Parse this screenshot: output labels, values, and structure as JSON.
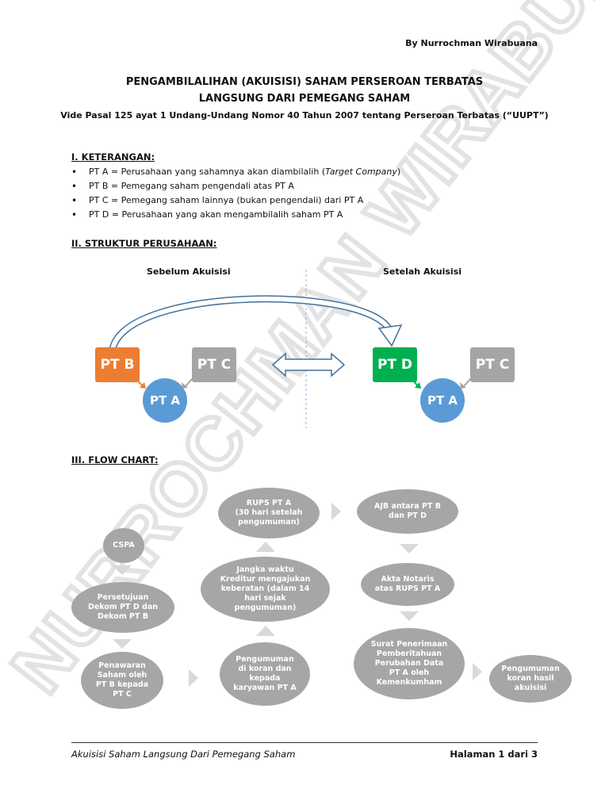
{
  "author": "By Nurrochman Wirabuana",
  "title_line1": "PENGAMBILALIHAN (AKUISISI) SAHAM PERSEROAN TERBATAS",
  "title_line2": "LANGSUNG DARI PEMEGANG SAHAM",
  "subtitle": "Vide Pasal 125 ayat 1 Undang-Undang Nomor 40 Tahun 2007 tentang Perseroan Terbatas (“UUPT”)",
  "section1": {
    "heading": "I. KETERANGAN:",
    "item1_main": "PT A = Perusahaan yang sahamnya akan diambilalih  (",
    "item1_italic": "Target Company",
    "item1_end": ")",
    "item2": "PT B = Pemegang saham pengendali atas PT A",
    "item3": "PT C = Pemegang saham lainnya (bukan pengendali) dari PT A",
    "item4": "PT D = Perusahaan yang akan mengambilalih saham PT A"
  },
  "section2": {
    "heading": "II. STRUKTUR PERUSAHAAN:",
    "before_label": "Sebelum Akuisisi",
    "after_label": "Setelah Akuisisi",
    "pt_b": "PT B",
    "pt_c": "PT C",
    "pt_a": "PT A",
    "pt_d": "PT D"
  },
  "section3": {
    "heading": "III. FLOW CHART:",
    "cspa": "CSPA",
    "persetujuan": [
      "Persetujuan",
      "Dekom PT D dan",
      "Dekom PT B"
    ],
    "penawaran": [
      "Penawaran",
      "Saham oleh",
      "PT B kepada",
      "PT C"
    ],
    "pengumuman_koran": [
      "Pengumuman",
      "di koran dan",
      "kepada",
      "karyawan PT A"
    ],
    "jangka_waktu": [
      "Jangka waktu",
      "Kreditur mengajukan",
      "keberatan (dalam 14",
      "hari sejak",
      "pengumuman)"
    ],
    "rups": [
      "RUPS PT A",
      "(30 hari setelah",
      "pengumuman)"
    ],
    "ajb": [
      "AJB antara PT B",
      "dan PT D"
    ],
    "akta": [
      "Akta Notaris",
      "atas RUPS PT A"
    ],
    "surat": [
      "Surat Penerimaan",
      "Pemberitahuan",
      "Perubahan Data",
      "PT A oleh",
      "Kemenkumham"
    ],
    "pengumuman_hasil": [
      "Pengumuman",
      "koran hasil",
      "akuisisi"
    ]
  },
  "footer": {
    "left": "Akuisisi Saham Langsung Dari Pemegang Saham",
    "right": "Halaman 1 dari 3"
  },
  "watermark": "NURROCHMAN WIRABUANA",
  "colors": {
    "orange": "#ed7d31",
    "gray": "#a5a5a5",
    "green": "#00b050",
    "blue": "#5b9bd5",
    "arrow_gray": "#d9d9d9"
  }
}
